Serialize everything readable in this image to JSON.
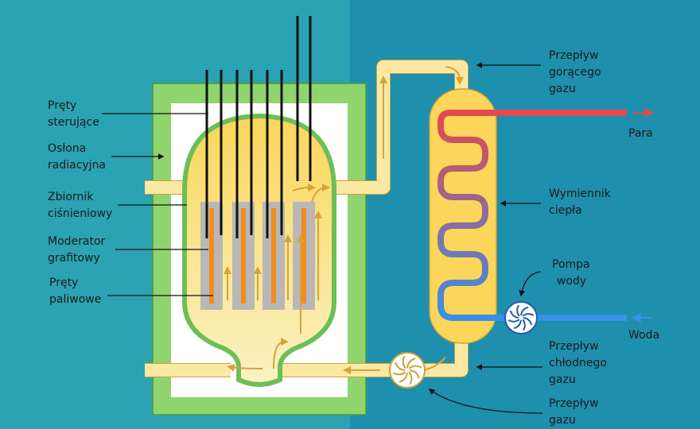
{
  "colors": {
    "bg_left": "#2ba3b3",
    "bg_right": "#1f8fae",
    "shield": "#8fd46c",
    "shield_stroke": "#4e9a3a",
    "inner": "#ffffff",
    "vessel_gradient_top": "#fbd65a",
    "vessel_gradient_bottom": "#fbf2c4",
    "vessel_stroke": "#6cbf55",
    "gas": "#fbe9a3",
    "gas_stroke": "#c9a33a",
    "moderator": "#b8b8b8",
    "fuel": "#f28c1a",
    "rod": "#111111",
    "flow_arrow": "#d6a33a",
    "steam": "#e5484d",
    "water": "#3a8fe8",
    "label_line": "#111111"
  },
  "icons": {
    "pump": "pump-fan-icon",
    "circulator": "circulator-fan-icon"
  },
  "labels": {
    "control_rods": [
      "Pręty",
      "sterujące"
    ],
    "radiation_shield": [
      "Osłona",
      "radiacyjna"
    ],
    "pressure_vessel": [
      "Zbiornik",
      "ciśnieniowy"
    ],
    "graphite_moderator": [
      "Moderator",
      "grafitowy"
    ],
    "fuel_rods": [
      "Pręty",
      "paliwowe"
    ],
    "hot_gas_flow": [
      "Przepływ",
      "gorącego",
      "gazu"
    ],
    "steam": "Para",
    "heat_exchanger": [
      "Wymiennik",
      "ciepła"
    ],
    "water_pump": [
      "Pompa",
      "wody"
    ],
    "water": "Woda",
    "cold_gas_flow": [
      "Przepływ",
      "chłodnego",
      "gazu"
    ],
    "gas_flow": [
      "Przepływ",
      "gazu"
    ]
  }
}
